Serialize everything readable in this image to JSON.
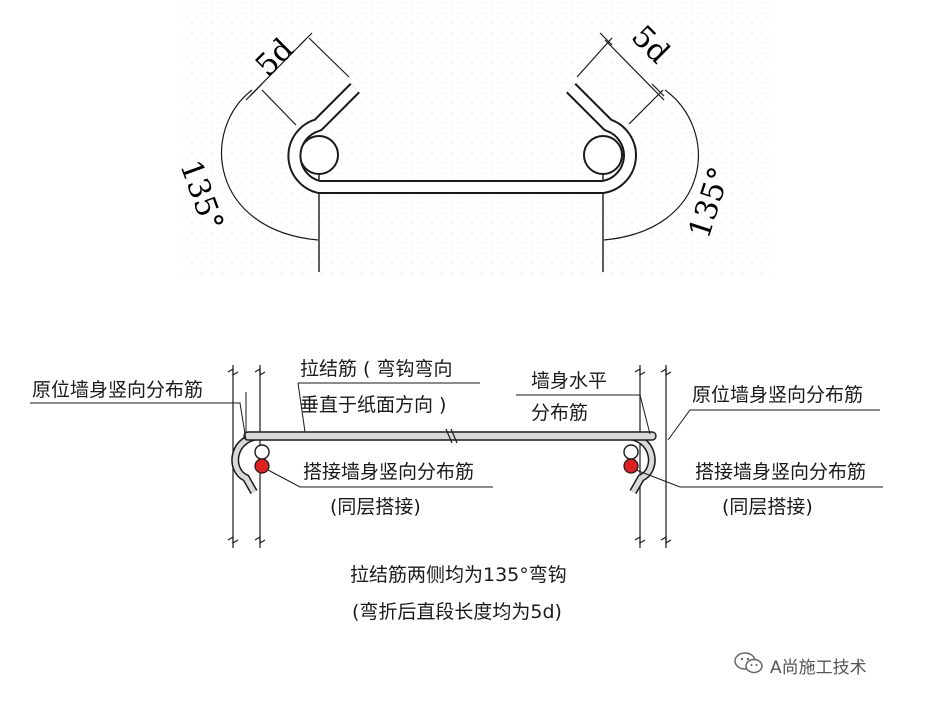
{
  "top_diagram": {
    "dim_left": "5d",
    "dim_right": "5d",
    "angle_left": "135°",
    "angle_right": "135°"
  },
  "bottom_diagram": {
    "left_vertical_bar_label": "原位墙身竖向分布筋",
    "right_vertical_bar_label": "原位墙身竖向分布筋",
    "tie_bar_label_line1": "拉结筋 ( 弯钩弯向",
    "tie_bar_label_line2": "垂直于纸面方向 )",
    "horizontal_bar_label_line1": "墙身水平",
    "horizontal_bar_label_line2": "分布筋",
    "left_lap_label_line1": "搭接墙身竖向分布筋",
    "left_lap_label_line2": "(同层搭接)",
    "right_lap_label_line1": "搭接墙身竖向分布筋",
    "right_lap_label_line2": "(同层搭接)",
    "note_line1": "拉结筋两侧均为135°弯钩",
    "note_line2": "(弯折后直段长度均为5d)"
  },
  "watermark": {
    "text": "A尚施工技术",
    "icon": "wechat-icon"
  },
  "colors": {
    "line": "#1a1a1a",
    "rebar_fill": "#d9d9d9",
    "lap_bar": "#e02020",
    "grid": "#ececec"
  }
}
